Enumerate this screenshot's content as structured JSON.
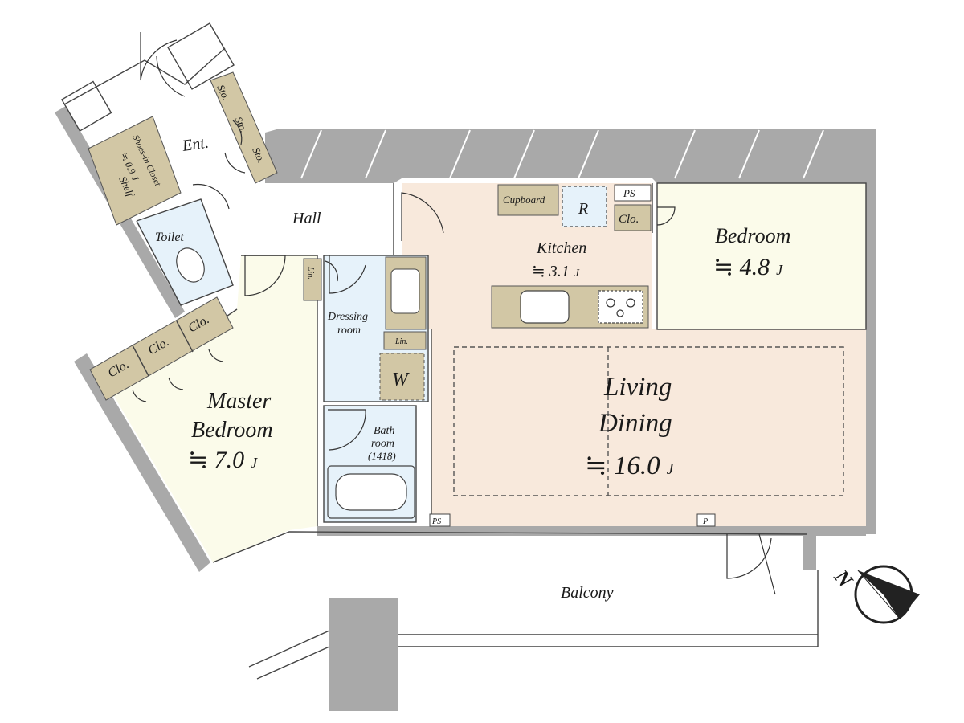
{
  "rooms": {
    "entrance": "Ent.",
    "hall": "Hall",
    "toilet": "Toilet",
    "kitchen": "Kitchen",
    "kitchen_area": "≒ 3.1",
    "bedroom": "Bedroom",
    "bedroom_area": "≒ 4.8",
    "master_line1": "Master",
    "master_line2": "Bedroom",
    "master_area": "≒ 7.0",
    "living_line1": "Living",
    "living_line2": "Dining",
    "living_area": "≒ 16.0",
    "dressing_line1": "Dressing",
    "dressing_line2": "room",
    "bath_line1": "Bath",
    "bath_line2": "room",
    "bath_size": "(1418)",
    "balcony": "Balcony"
  },
  "unit": "J",
  "fixtures": {
    "cupboard": "Cupboard",
    "refrigerator": "R",
    "pipe_space": "PS",
    "pipe_space_2": "PS",
    "parking_p": "P",
    "closet": "Clo.",
    "closet_1": "Clo.",
    "closet_2": "Clo.",
    "closet_3": "Clo.",
    "storage_1": "Sto.",
    "storage_2": "Sto.",
    "storage_3": "Sto.",
    "shelf": "Shelf",
    "shoes_closet": "Shoes-in Closet",
    "shoes_closet_area": "≒ 0.9",
    "linen_1": "Lin.",
    "linen_2": "Lin.",
    "washer": "W"
  },
  "compass": {
    "label": "N"
  },
  "colors": {
    "wall": "#a9a9a9",
    "living_floor": "#f8e9dc",
    "bedroom_floor": "#fbfbea",
    "wet_floor": "#e6f2fa",
    "fixture": "#d2c7a5"
  }
}
